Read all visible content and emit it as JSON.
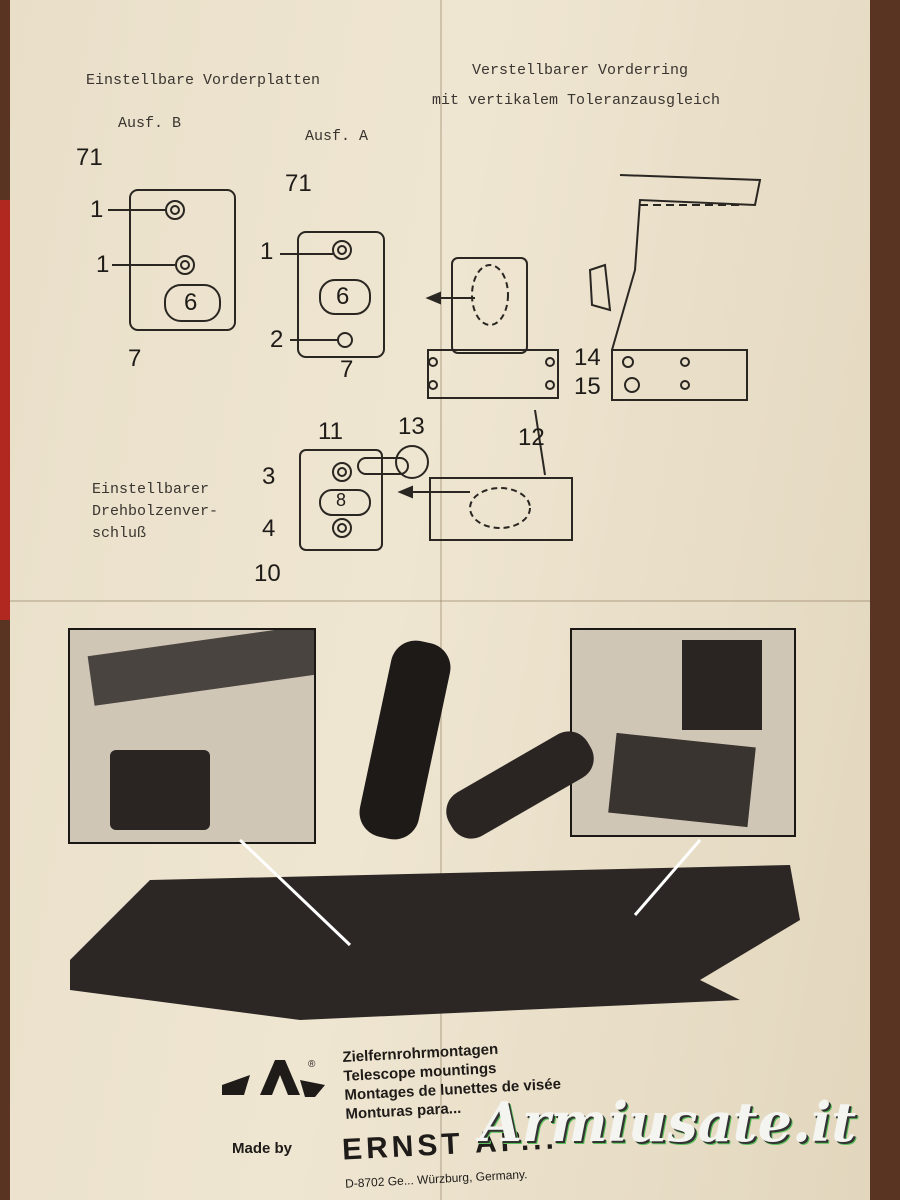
{
  "headings": {
    "left_title": "Einstellbare Vorderplatten",
    "right_title_1": "Verstellbarer Vorderring",
    "right_title_2": "mit vertikalem Toleranzausgleich",
    "ausf_b": "Ausf. B",
    "ausf_a": "Ausf. A",
    "rotary_1": "Einstellbarer",
    "rotary_2": "Drehbolzenver-",
    "rotary_3": "schluß"
  },
  "part_numbers": {
    "b": [
      "71",
      "1",
      "1",
      "6",
      "7"
    ],
    "a": [
      "71",
      "1",
      "6",
      "2",
      "7"
    ],
    "ring": [
      "14",
      "15",
      "12"
    ],
    "rotary": [
      "11",
      "13",
      "3",
      "8",
      "4",
      "10"
    ]
  },
  "footer": {
    "logo": "EAW",
    "lines": [
      "Zielfernrohrmontagen",
      "Telescope mountings",
      "Montages de lunettes de visée",
      "Monturas para..."
    ],
    "made_by": "Made by",
    "company": "ERNST AP...",
    "address": "D-8702 Ge...      Würzburg, Germany."
  },
  "watermark": "Armiusate.it"
}
